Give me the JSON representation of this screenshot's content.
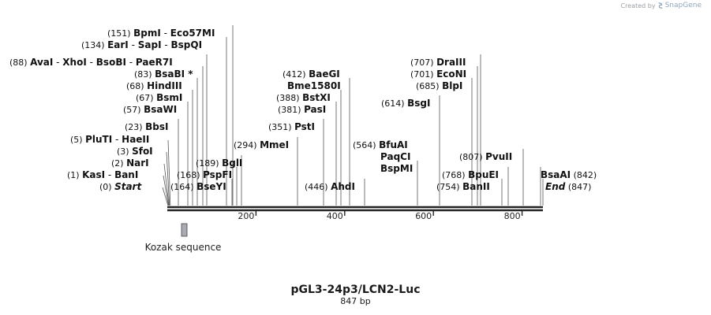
{
  "credit": {
    "prefix": "Created by",
    "brand": "SnapGene"
  },
  "plasmid": {
    "name": "pGL3-24p3/LCN2-Luc",
    "length_label": "847 bp",
    "length": 847
  },
  "axis": {
    "ticks": [
      200,
      400,
      600,
      800
    ]
  },
  "features": [
    {
      "name": "Kozak sequence",
      "start": 30,
      "end": 40,
      "color": "#a9acb3"
    }
  ],
  "sites": [
    {
      "pos": "(151)",
      "names": [
        "BpmI",
        "Eco57MI"
      ],
      "bp": 151
    },
    {
      "pos": "(134)",
      "names": [
        "EarI",
        "SapI",
        "BspQI"
      ],
      "bp": 134
    },
    {
      "pos": "(88)",
      "names": [
        "AvaI",
        "XhoI",
        "BsoBI",
        "PaeR7I"
      ],
      "bp": 88
    },
    {
      "pos": "(83)",
      "names": [
        "BsaBI *"
      ],
      "bp": 83
    },
    {
      "pos": "(68)",
      "names": [
        "HindIII"
      ],
      "bp": 68
    },
    {
      "pos": "(67)",
      "names": [
        "BsmI"
      ],
      "bp": 67
    },
    {
      "pos": "(57)",
      "names": [
        "BsaWI"
      ],
      "bp": 57
    },
    {
      "pos": "(23)",
      "names": [
        "BbsI"
      ],
      "bp": 23
    },
    {
      "pos": "(5)",
      "names": [
        "PluTI",
        "HaeII"
      ],
      "bp": 5
    },
    {
      "pos": "(3)",
      "names": [
        "SfoI"
      ],
      "bp": 3
    },
    {
      "pos": "(2)",
      "names": [
        "NarI"
      ],
      "bp": 2
    },
    {
      "pos": "(1)",
      "names": [
        "KasI",
        "BanI"
      ],
      "bp": 1
    },
    {
      "pos": "(0)",
      "names": [
        "Start"
      ],
      "bp": 0,
      "italic": true
    },
    {
      "pos": "(189)",
      "names": [
        "BglI"
      ],
      "bp": 189
    },
    {
      "pos": "(168)",
      "names": [
        "PspFI"
      ],
      "bp": 168
    },
    {
      "pos": "(164)",
      "names": [
        "BseYI"
      ],
      "bp": 164
    },
    {
      "pos": "(294)",
      "names": [
        "MmeI"
      ],
      "bp": 294
    },
    {
      "pos": "(412)",
      "names": [
        "BaeGI",
        "Bme1580I"
      ],
      "bp": 412,
      "stacked": true
    },
    {
      "pos": "(388)",
      "names": [
        "BstXI"
      ],
      "bp": 388
    },
    {
      "pos": "(381)",
      "names": [
        "PasI"
      ],
      "bp": 381
    },
    {
      "pos": "(351)",
      "names": [
        "PstI"
      ],
      "bp": 351
    },
    {
      "pos": "(446)",
      "names": [
        "AhdI"
      ],
      "bp": 446
    },
    {
      "pos": "(564)",
      "names": [
        "BfuAI",
        "PaqCI",
        "BspMI"
      ],
      "bp": 564,
      "stacked": true
    },
    {
      "pos": "(614)",
      "names": [
        "BsgI"
      ],
      "bp": 614
    },
    {
      "pos": "(707)",
      "names": [
        "DraIII"
      ],
      "bp": 707
    },
    {
      "pos": "(701)",
      "names": [
        "EcoNI"
      ],
      "bp": 701
    },
    {
      "pos": "(685)",
      "names": [
        "BlpI"
      ],
      "bp": 685
    },
    {
      "pos": "(807)",
      "names": [
        "PvuII"
      ],
      "bp": 807
    },
    {
      "pos": "(768)",
      "names": [
        "BpuEI"
      ],
      "bp": 768
    },
    {
      "pos": "(754)",
      "names": [
        "BanII"
      ],
      "bp": 754
    },
    {
      "pos": "(842)",
      "names": [
        "BsaAI"
      ],
      "bp": 842,
      "pos_after": true
    },
    {
      "pos": "(847)",
      "names": [
        "End"
      ],
      "bp": 847,
      "italic": true,
      "pos_after": true
    }
  ]
}
